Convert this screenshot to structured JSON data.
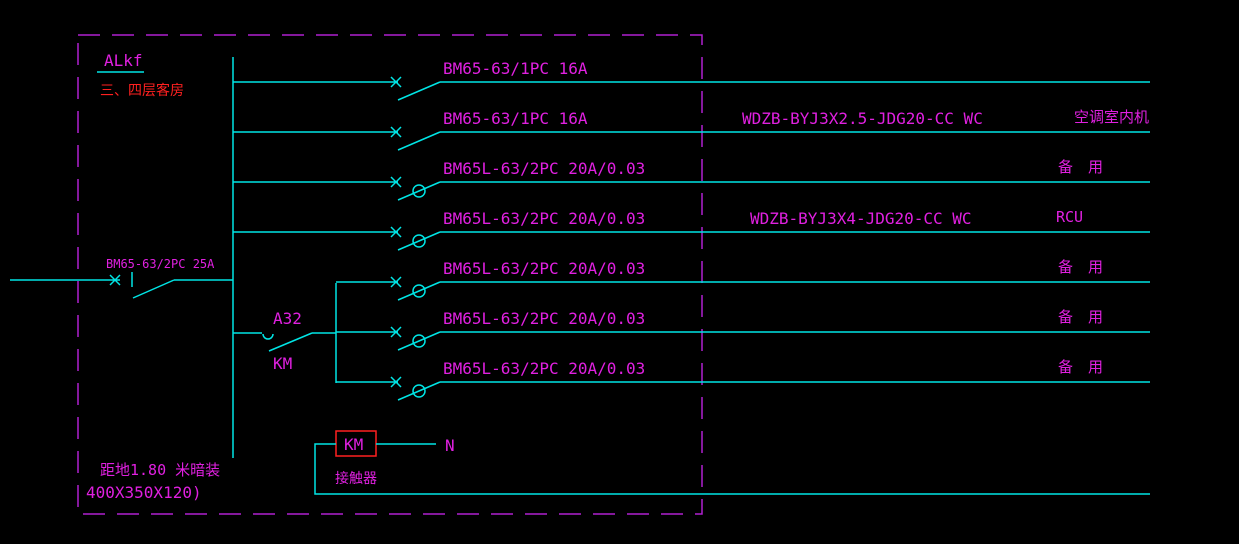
{
  "panel": {
    "name": "ALkf",
    "description": "三、四层客房",
    "mounting": "距地1.80 米暗装",
    "dimensions": "400X350X120)"
  },
  "main_breaker": {
    "label": "BM65-63/2PC 25A"
  },
  "contactor": {
    "breaker_label": "A32",
    "switch_label": "KM",
    "coil_label": "KM",
    "coil_caption": "接触器",
    "neutral_label": "N"
  },
  "circuits": [
    {
      "breaker": "BM65-63/1PC 16A",
      "rcd": false,
      "cable": "",
      "load": ""
    },
    {
      "breaker": "BM65-63/1PC 16A",
      "rcd": false,
      "cable": "WDZB-BYJ3X2.5-JDG20-CC WC",
      "load": "空调室内机"
    },
    {
      "breaker": "BM65L-63/2PC 20A/0.03",
      "rcd": true,
      "cable": "",
      "load": "备　用"
    },
    {
      "breaker": "BM65L-63/2PC 20A/0.03",
      "rcd": true,
      "cable": "WDZB-BYJ3X4-JDG20-CC WC",
      "load": "RCU"
    },
    {
      "breaker": "BM65L-63/2PC 20A/0.03",
      "rcd": true,
      "cable": "",
      "load": "备　用"
    },
    {
      "breaker": "BM65L-63/2PC 20A/0.03",
      "rcd": true,
      "cable": "",
      "load": "备　用"
    },
    {
      "breaker": "BM65L-63/2PC 20A/0.03",
      "rcd": true,
      "cable": "",
      "load": "备　用"
    }
  ],
  "colors": {
    "wire": "#00e5e5",
    "text": "#e020e0",
    "border": "#b020d0",
    "accent": "#ff2020"
  }
}
